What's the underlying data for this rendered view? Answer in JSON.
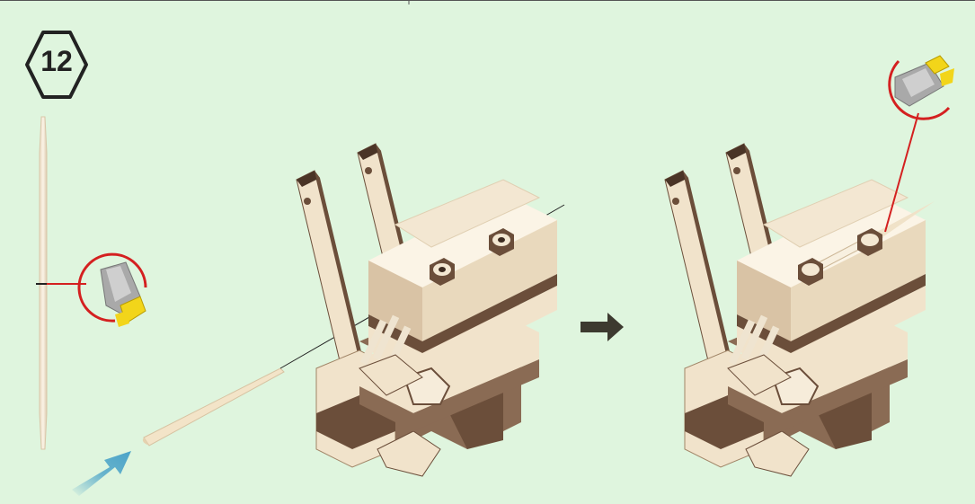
{
  "step": {
    "number": "12"
  },
  "colors": {
    "background": "#dff5de",
    "wood_light": "#f3e7d2",
    "wood_mid": "#d9c3a5",
    "wood_dark": "#6b4e3a",
    "wood_darker": "#4a3426",
    "callout_red": "#d42020",
    "arrow_dark": "#3d3a30",
    "arrow_blue": "#4aa3c8",
    "clip_yellow": "#f2d51a",
    "blade_grey": "#9a9a9a"
  },
  "icons": [
    "hexagon-step-badge",
    "toothpick",
    "cutter-callout",
    "transition-arrow",
    "insert-arrow"
  ]
}
